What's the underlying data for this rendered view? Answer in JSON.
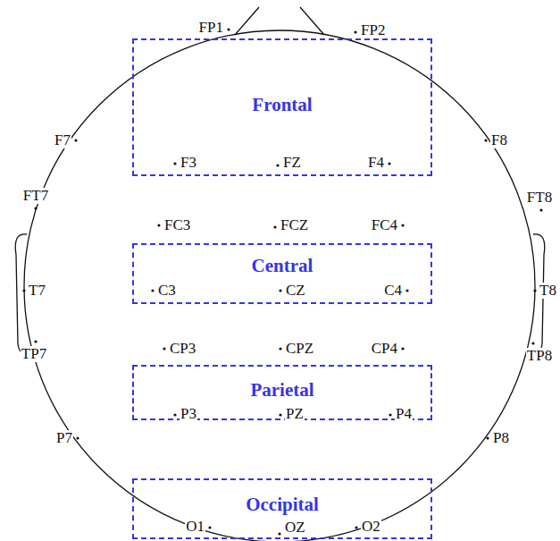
{
  "diagram": {
    "nodes": [
      {
        "text": [
          "FP1",
          "FP2",
          "Frontal",
          "F3",
          "FZ",
          "F4"
        ]
      },
      {
        "text": [
          "Central",
          "C3",
          "CZ",
          "C4"
        ]
      },
      {
        "text": [
          "Parietal",
          "P3",
          "PZ",
          "P4"
        ]
      },
      {
        "text": [
          "Occipital",
          "O1",
          "OZ",
          "O2"
        ]
      }
    ],
    "labels": [
      "F7",
      "F8",
      "FT7",
      "FT8",
      "FC3",
      "FCZ",
      "FC4",
      "T7",
      "T8",
      "CP3",
      "CPZ",
      "CP4",
      "TP7",
      "TP8",
      "P7",
      "P8"
    ]
  }
}
